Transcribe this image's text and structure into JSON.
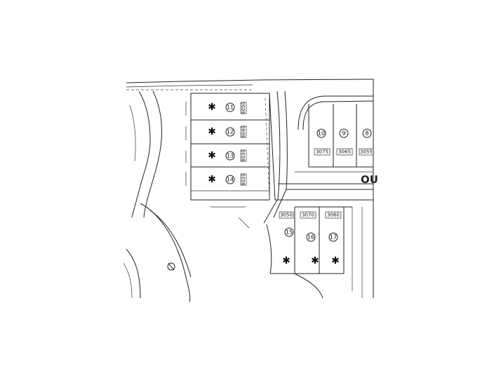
{
  "road_label": "OU",
  "lots": [
    {
      "num": "11",
      "addr": "4050"
    },
    {
      "num": "12",
      "addr": "4040"
    },
    {
      "num": "13",
      "addr": "4030"
    },
    {
      "num": "14",
      "addr": "4020"
    },
    {
      "num": "10",
      "addr": "3075"
    },
    {
      "num": "9",
      "addr": "3065"
    },
    {
      "num": "8",
      "addr": "3055"
    },
    {
      "num": "15",
      "addr": "3050"
    },
    {
      "num": "16",
      "addr": "3070"
    },
    {
      "num": "17",
      "addr": "3060"
    }
  ],
  "marker_symbol": "✱",
  "colors": {
    "linework": "#222222",
    "paper": "#ffffff"
  }
}
